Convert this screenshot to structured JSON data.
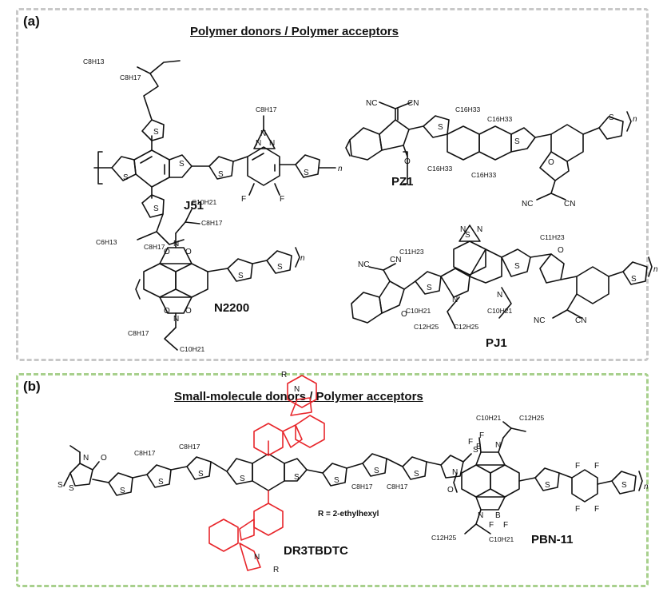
{
  "panel_a": {
    "letter": "(a)",
    "title": "Polymer donors / Polymer acceptors",
    "molecules": [
      {
        "name": "J51",
        "substituents": [
          "C8H13",
          "C8H17",
          "C8H17",
          "C6H13",
          "C8H17"
        ],
        "repeat": "n"
      },
      {
        "name": "PZ1",
        "substituents": [
          "C16H33",
          "C16H33",
          "C16H33",
          "C16H33"
        ],
        "groups": [
          "NC",
          "CN"
        ],
        "repeat": "n"
      },
      {
        "name": "N2200",
        "substituents": [
          "C10H21",
          "C8H17",
          "C8H17",
          "C10H21"
        ],
        "repeat": "n"
      },
      {
        "name": "PJ1",
        "substituents": [
          "C11H23",
          "C11H23",
          "C10H21",
          "C12H25",
          "C12H25",
          "C10H21"
        ],
        "groups": [
          "NC",
          "CN"
        ],
        "repeat": "n"
      }
    ]
  },
  "panel_b": {
    "letter": "(b)",
    "title": "Small-molecule donors / Polymer acceptors",
    "molecules": [
      {
        "name": "DR3TBDTC",
        "note": "R = 2-ethylhexyl",
        "substituents": [
          "C8H17",
          "C8H17",
          "C8H17",
          "C8H17"
        ],
        "highlight_color": "#e8262b"
      },
      {
        "name": "PBN-11",
        "substituents": [
          "C10H21",
          "C12H25",
          "C12H25",
          "C10H21"
        ],
        "repeat": "n"
      }
    ]
  },
  "colors": {
    "panel_a_border": "#c8c8c8",
    "panel_b_border": "#a8d08d",
    "carbazole": "#e8262b"
  }
}
